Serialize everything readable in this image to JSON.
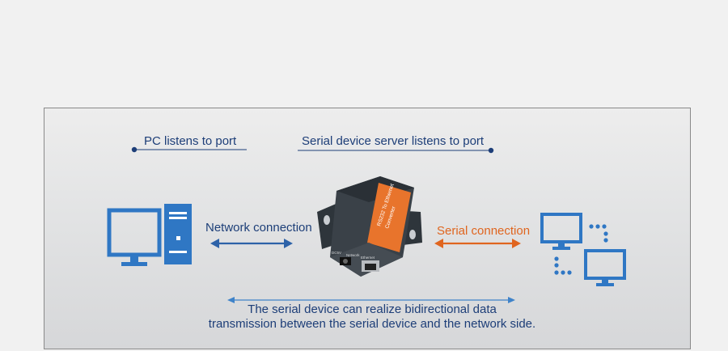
{
  "labels": {
    "pc_listens": "PC listens to port",
    "server_listens": "Serial device server listens to port",
    "network_connection": "Network connection",
    "serial_connection": "Serial connection"
  },
  "caption": {
    "line1": "The serial device can realize bidirectional data",
    "line2": "transmission between the serial device and the network side."
  },
  "device": {
    "product_text_line1": "RS232 To Ethernet",
    "product_text_line2": "Converter",
    "port_labels": [
      "DC5V",
      "Network",
      "Ethernet"
    ]
  },
  "colors": {
    "navy": "#1d3e78",
    "icon_blue": "#2f77c4",
    "orange": "#e0651f",
    "device_body": "#3a4148"
  },
  "icons": [
    "desktop-computer-icon",
    "serial-devices-icon",
    "converter-device-image"
  ]
}
